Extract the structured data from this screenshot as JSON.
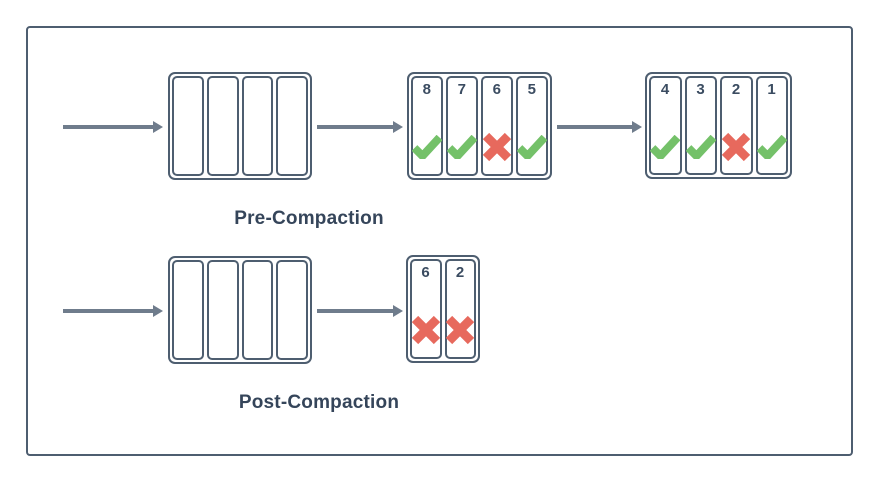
{
  "palette": {
    "outline": "#4e5e70",
    "arrow": "#6f7c8c",
    "number": "#3b4c61",
    "label": "#35455a",
    "check": "#74c169",
    "cross": "#e7695d",
    "background": "#ffffff"
  },
  "diagram": {
    "pre": {
      "label": "Pre-Compaction",
      "empty_group": {
        "cell_count": 4
      },
      "segments_8_5": {
        "cells": [
          {
            "num": "8",
            "mark": "check"
          },
          {
            "num": "7",
            "mark": "check"
          },
          {
            "num": "6",
            "mark": "cross"
          },
          {
            "num": "5",
            "mark": "check"
          }
        ]
      },
      "segments_4_1": {
        "cells": [
          {
            "num": "4",
            "mark": "check"
          },
          {
            "num": "3",
            "mark": "check"
          },
          {
            "num": "2",
            "mark": "cross"
          },
          {
            "num": "1",
            "mark": "check"
          }
        ]
      }
    },
    "post": {
      "label": "Post-Compaction",
      "empty_group": {
        "cell_count": 4
      },
      "segments_6_2": {
        "cells": [
          {
            "num": "6",
            "mark": "cross"
          },
          {
            "num": "2",
            "mark": "cross"
          }
        ]
      }
    }
  }
}
